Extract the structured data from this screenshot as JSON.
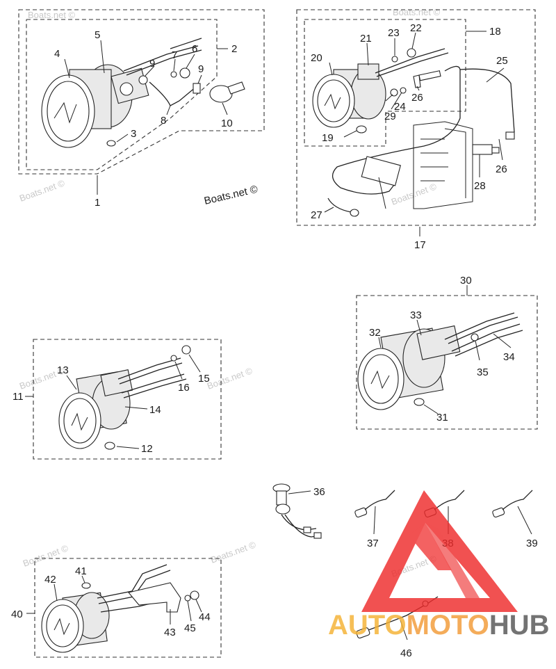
{
  "credit": "Boats.net ©",
  "watermark": "Boats.net ©",
  "logo": {
    "part1": "AUTO",
    "part2": "MOTO",
    "part3": "HUB",
    "color1": "#f5b233",
    "color2": "#f29a37",
    "color3": "#555555",
    "triangle_color": "#ee2b2b"
  },
  "labels": {
    "n1": "1",
    "n2": "2",
    "n3": "3",
    "n4": "4",
    "n5": "5",
    "n6": "6",
    "n7": "7",
    "n8": "8",
    "n9a": "9",
    "n9b": "9",
    "n10": "10",
    "n11": "11",
    "n12": "12",
    "n13": "13",
    "n14": "14",
    "n15": "15",
    "n16": "16",
    "n17": "17",
    "n18": "18",
    "n19": "19",
    "n20": "20",
    "n21": "21",
    "n22": "22",
    "n23": "23",
    "n24": "24",
    "n25": "25",
    "n26a": "26",
    "n26b": "26",
    "n27": "27",
    "n28": "28",
    "n29": "29",
    "n30": "30",
    "n31": "31",
    "n32": "32",
    "n33": "33",
    "n34": "34",
    "n35": "35",
    "n36": "36",
    "n37": "37",
    "n38": "38",
    "n39": "39",
    "n40": "40",
    "n41": "41",
    "n42": "42",
    "n43": "43",
    "n44": "44",
    "n45": "45",
    "n46": "46"
  }
}
